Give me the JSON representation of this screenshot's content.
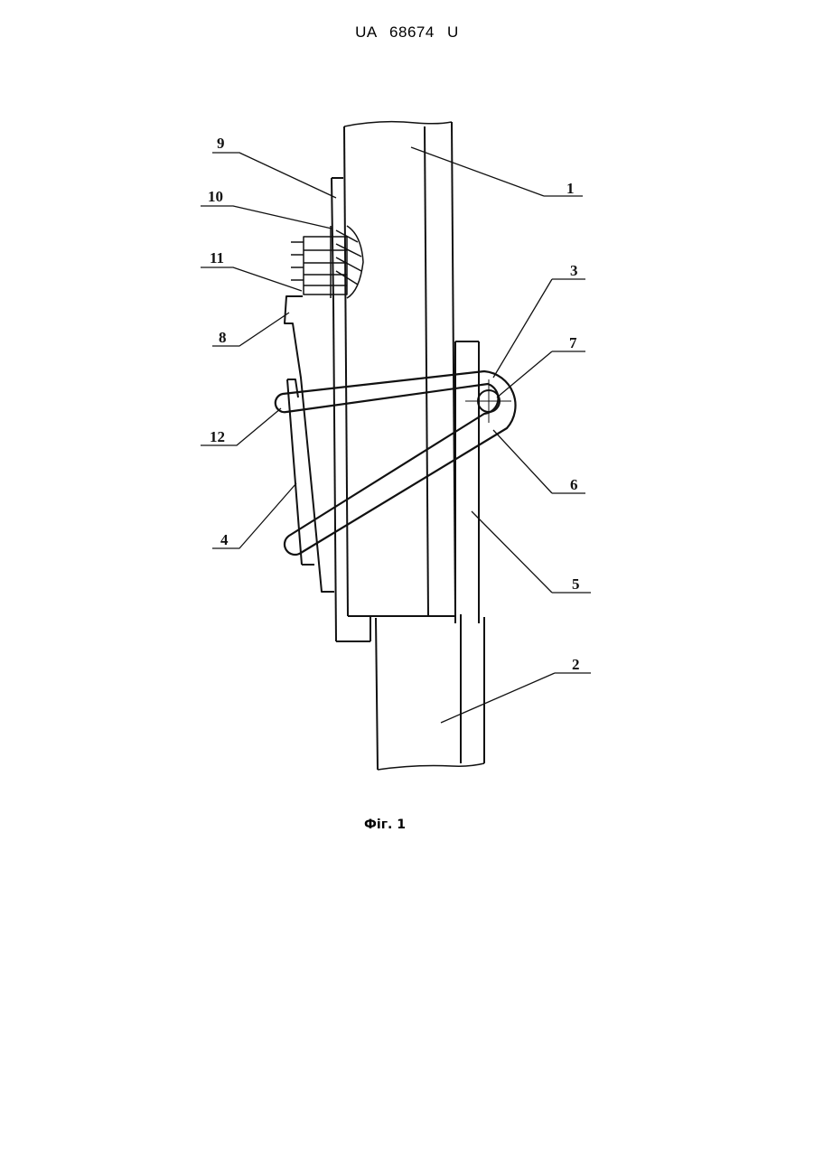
{
  "header": {
    "patent_number": "UA   68674   U"
  },
  "figure": {
    "caption": "Фіг. 1",
    "labels": {
      "l1": "1",
      "l2": "2",
      "l3": "3",
      "l4": "4",
      "l5": "5",
      "l6": "6",
      "l7": "7",
      "l8": "8",
      "l9": "9",
      "l10": "10",
      "l11": "11",
      "l12": "12"
    }
  }
}
